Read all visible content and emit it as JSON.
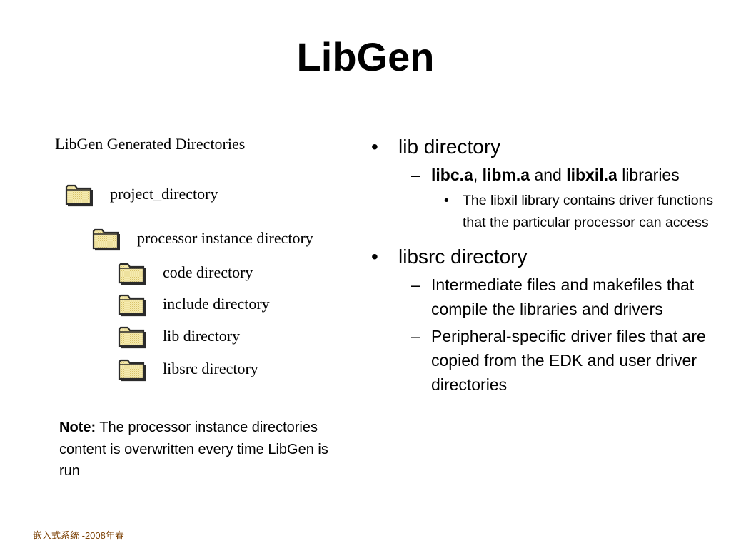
{
  "slide": {
    "title": "LibGen",
    "footer": "嵌入式系统 -2008年春"
  },
  "directories": {
    "heading": "LibGen Generated Directories",
    "items": [
      {
        "label": "project_directory",
        "level": 0
      },
      {
        "label": "processor instance directory",
        "level": 1
      },
      {
        "label": "code directory",
        "level": 2
      },
      {
        "label": "include directory",
        "level": 2
      },
      {
        "label": "lib directory",
        "level": 2
      },
      {
        "label": "libsrc directory",
        "level": 2
      }
    ]
  },
  "note": {
    "label": "Note:",
    "text": " The processor instance directories content is overwritten every time LibGen is run"
  },
  "bullets": {
    "lib": {
      "marker": "•",
      "text": "lib directory",
      "sub": {
        "marker": "–",
        "libc": "libc.a",
        "comma": ", ",
        "libm": "libm.a",
        "and": " and ",
        "libxil": "libxil.a",
        "tail": " libraries",
        "detail": {
          "marker": "•",
          "text": "The libxil library contains driver functions that the particular processor can access"
        }
      }
    },
    "libsrc": {
      "marker": "•",
      "text": "libsrc directory",
      "subs": [
        {
          "marker": "–",
          "text": "Intermediate files and makefiles that compile the libraries and drivers"
        },
        {
          "marker": "–",
          "text": "Peripheral-specific driver files that are copied from the EDK and user driver directories"
        }
      ]
    }
  },
  "colors": {
    "folder_fill": "#f2e6a0",
    "folder_outline": "#2b2b2b",
    "footer_text": "#7a3e00"
  }
}
